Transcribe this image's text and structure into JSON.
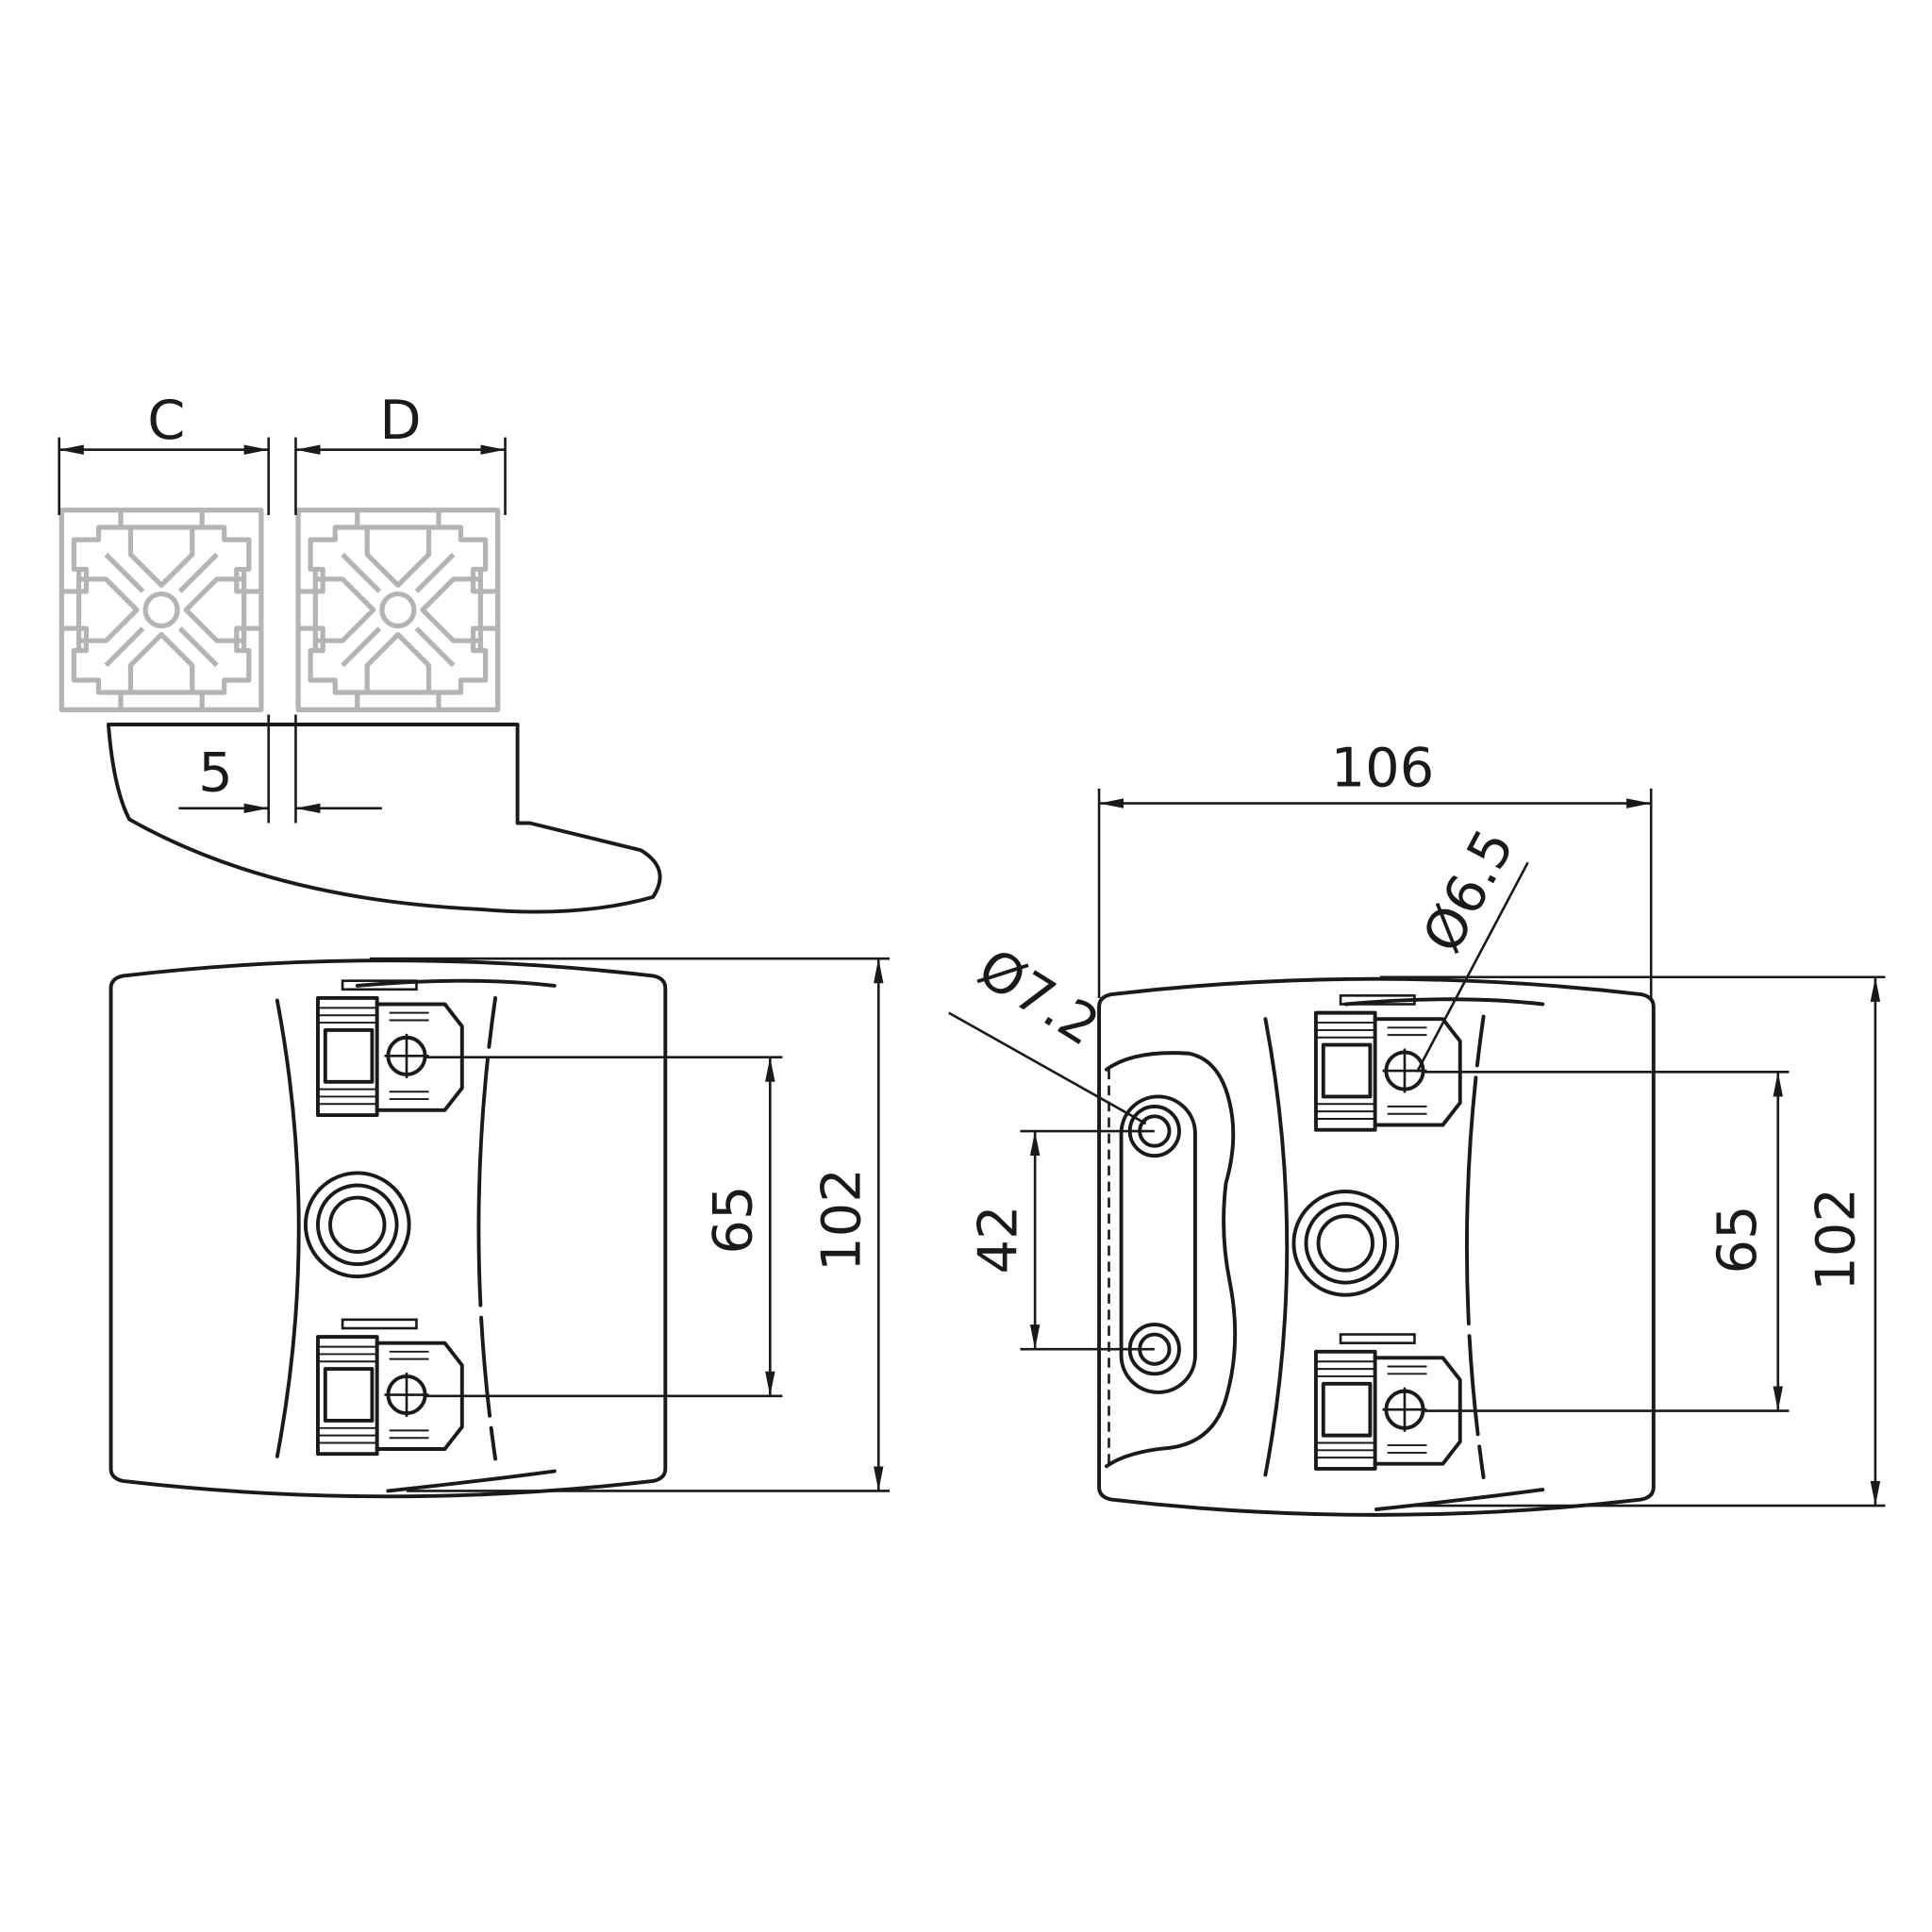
{
  "labels": {
    "profile_c": "C",
    "profile_d": "D",
    "gap": "5",
    "width_right": "106",
    "hole_small": "Ø6.5",
    "hole_large": "Ø7.2",
    "hole_spacing_left": "65",
    "height_left": "102",
    "slot_spacing": "42",
    "hole_spacing_right": "65",
    "height_right": "102"
  },
  "colors": {
    "line": "#1a1a1a",
    "profile": "#b4b4b4"
  }
}
